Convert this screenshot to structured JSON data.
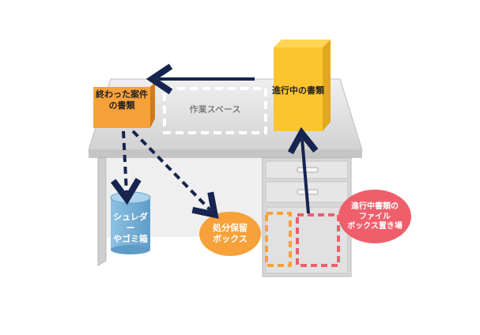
{
  "labels": {
    "finished_docs": "終わった案件\nの書類",
    "work_space": "作業スペース",
    "in_progress_docs": "進行中の書類",
    "shredder_trash": "シュレダー\nやゴミ箱",
    "disposal_hold": "処分保留\nボックス",
    "in_progress_box_area": "進行中書類の\nファイル\nボックス置き場"
  },
  "colors": {
    "orange": "#f7a13a",
    "yellow": "#fcc52f",
    "navy": "#16244f",
    "blue_bin": "#7fb6d9",
    "pink": "#ee5f6b",
    "desk": "#dcdcdc"
  }
}
